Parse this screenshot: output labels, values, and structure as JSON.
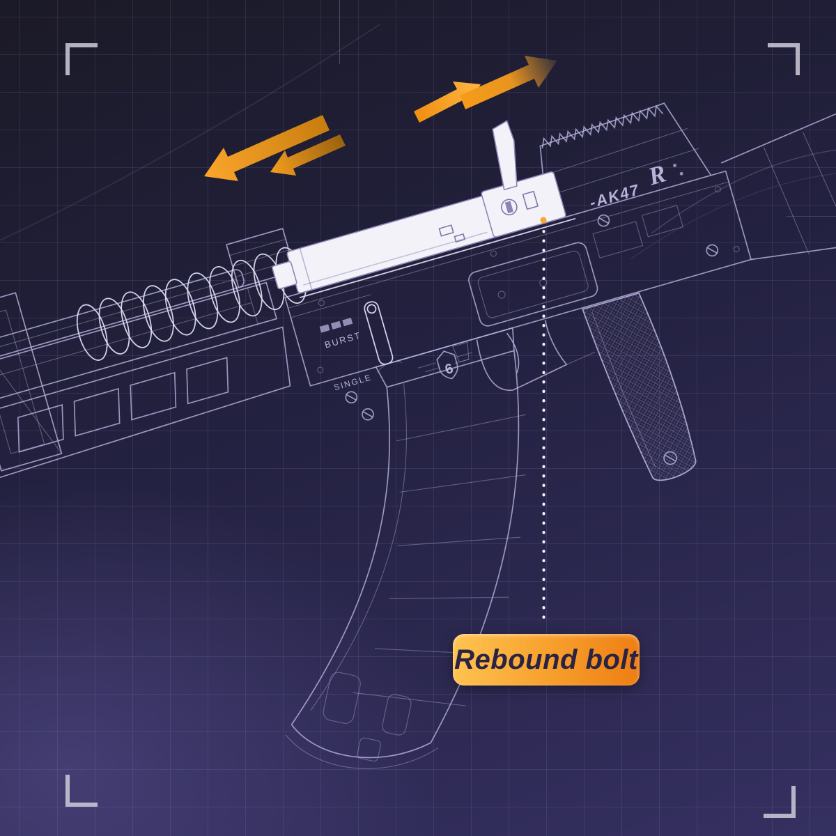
{
  "callout": {
    "label": "Rebound bolt"
  },
  "markings": {
    "model": "-AK47",
    "maker_initial": "R",
    "badge_number": "6",
    "selector_top": "BURST",
    "selector_bottom": "SINGLE"
  },
  "colors": {
    "accent_orange": "#F9A826",
    "label_gradient_start": "#FFC452",
    "label_gradient_end": "#EE7D12",
    "label_text": "#2A2343",
    "lineart": "#B7B1DC",
    "bolt_fill": "#F3F2F9",
    "background_top": "#1B1A27",
    "background_bottom": "#353061"
  }
}
